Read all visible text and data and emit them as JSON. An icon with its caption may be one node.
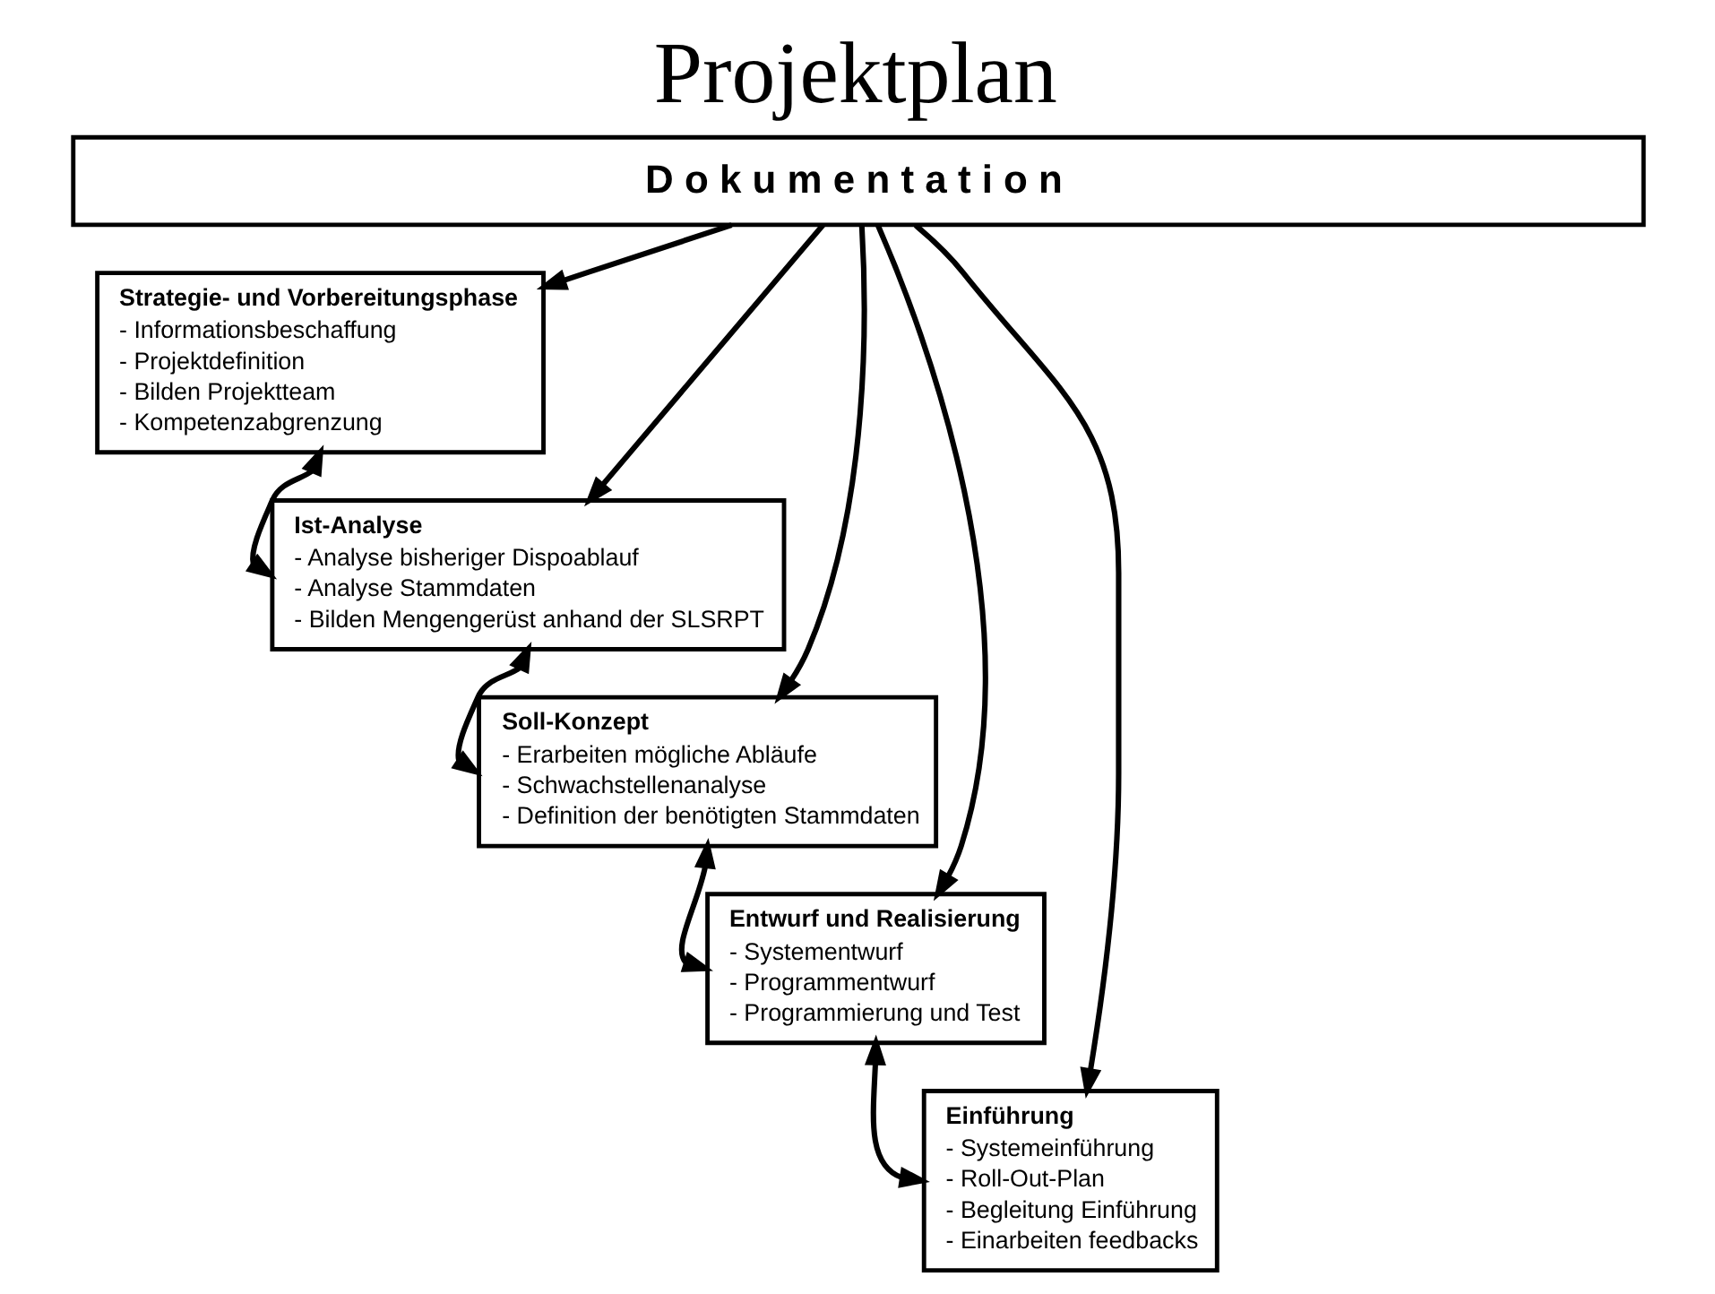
{
  "diagram": {
    "title": "Projektplan",
    "nodes": [
      {
        "text": [
          "D o k u m e n t a t i o n"
        ]
      },
      {
        "text": [
          "Strategie- und Vorbereitungsphase",
          "- Informationsbeschaffung",
          "- Projektdefinition",
          "- Bilden Projektteam",
          "- Kompetenzabgrenzung"
        ]
      },
      {
        "text": [
          "Ist-Analyse",
          "- Analyse bisheriger Dispoablauf",
          "- Analyse Stammdaten",
          "- Bilden Mengengerüst anhand der SLSRPT"
        ]
      },
      {
        "text": [
          "Soll-Konzept",
          "- Erarbeiten mögliche Abläufe",
          "- Schwachstellenanalyse",
          "- Definition der benötigten Stammdaten"
        ]
      },
      {
        "text": [
          "Entwurf und Realisierung",
          "- Systementwurf",
          "- Programmentwurf",
          "- Programmierung und Test"
        ]
      },
      {
        "text": [
          "Einführung",
          "- Systemeinführung",
          "- Roll-Out-Plan",
          "- Begleitung Einführung",
          "- Einarbeiten feedbacks"
        ]
      }
    ],
    "edges": [
      {
        "from": 0,
        "to": 1,
        "arrow": "to"
      },
      {
        "from": 0,
        "to": 2,
        "arrow": "to"
      },
      {
        "from": 0,
        "to": 3,
        "arrow": "to"
      },
      {
        "from": 0,
        "to": 4,
        "arrow": "to"
      },
      {
        "from": 0,
        "to": 5,
        "arrow": "to"
      },
      {
        "from": 1,
        "to": 2,
        "arrow": "both"
      },
      {
        "from": 2,
        "to": 3,
        "arrow": "both"
      },
      {
        "from": 3,
        "to": 4,
        "arrow": "both"
      },
      {
        "from": 4,
        "to": 5,
        "arrow": "both"
      }
    ]
  }
}
